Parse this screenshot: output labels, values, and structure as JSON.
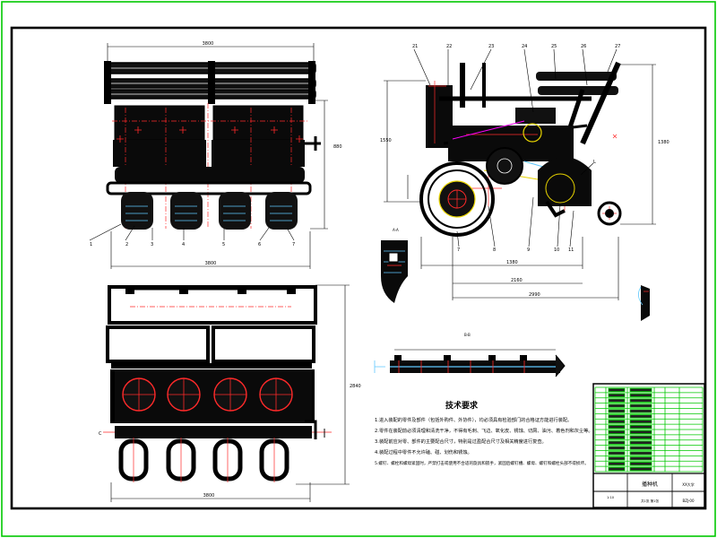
{
  "drawing": {
    "colors": {
      "frame_outer": "#00c800",
      "frame_inner": "#000000",
      "centerline": "#ff2a2a",
      "hatch_cyan": "#5fc8ff",
      "accent_yellow": "#e8d400",
      "accent_magenta": "#ff00ff",
      "title_table": "#00c800"
    },
    "front_view": {
      "dim_top": "3800",
      "dim_bottom": "3800",
      "dim_right": "880",
      "part_labels": [
        "1",
        "2",
        "3",
        "4",
        "5",
        "6",
        "7"
      ]
    },
    "side_view": {
      "part_labels_top": [
        "21",
        "22",
        "23",
        "24",
        "25",
        "26",
        "27"
      ],
      "part_labels_bottom": [
        "7",
        "8",
        "9",
        "10",
        "11"
      ],
      "part_label_right": "L",
      "dim_left": "1550",
      "dim_right": "1380",
      "dim_bottom_1": "1380",
      "dim_bottom_2": "2160",
      "dim_bottom_3": "2990"
    },
    "top_view": {
      "dim_bottom": "3800",
      "dim_right": "2840",
      "section_mark": "C"
    },
    "sections": {
      "section_a_label": "A-A",
      "section_b_label": "B-B",
      "section_c_label": "C"
    },
    "tech_requirements": {
      "title": "技术要求",
      "lines": [
        "1.进入装配的零件及部件（包括外购件、外协件），均必须具有检验部门的合格证方能进行装配。",
        "2.零件在装配前必须清理和清洗干净，不得有毛刺、飞边、氧化皮、锈蚀、切屑、油污、着色剂和灰尘等。",
        "3.装配前应对零、部件的主要配合尺寸，特别是过盈配合尺寸及相关精度进行复查。",
        "4.装配过程中零件不允许磕、碰、划伤和锈蚀。",
        "5.螺钉、螺栓和螺母紧固时，严禁打击或使用不合适的旋具和扳手，紧固后螺钉槽、螺母、螺钉和螺栓头部不得损坏。"
      ]
    },
    "title_block": {
      "name": "播种机",
      "school": "XX大学",
      "drawing_no": "BZJ-00",
      "scale_label": "1:10",
      "sheet_label": "共1张 第1张"
    }
  }
}
